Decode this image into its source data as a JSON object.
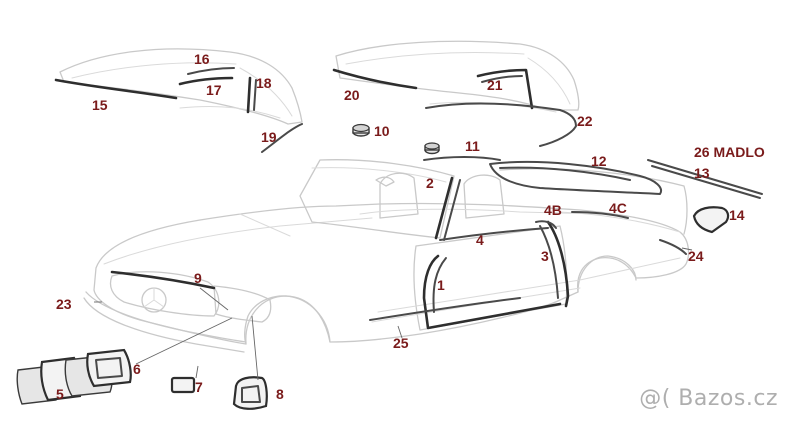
{
  "colors": {
    "label": "#7a1b1b",
    "outline": "#c9c9c9",
    "part": "#2e2e2e",
    "watermark": "#8c8c8c"
  },
  "labels": {
    "l1": "1",
    "l2": "2",
    "l3": "3",
    "l4": "4",
    "l4b": "4B",
    "l4c": "4C",
    "l5": "5",
    "l6": "6",
    "l7": "7",
    "l8": "8",
    "l9": "9",
    "l10": "10",
    "l11": "11",
    "l12": "12",
    "l13": "13",
    "l14": "14",
    "l15": "15",
    "l16": "16",
    "l17": "17",
    "l18": "18",
    "l19": "19",
    "l20": "20",
    "l21": "21",
    "l22": "22",
    "l23": "23",
    "l24": "24",
    "l25": "25",
    "l26": "26 MADLO"
  },
  "watermark": {
    "text": "@( Bazos.cz"
  }
}
